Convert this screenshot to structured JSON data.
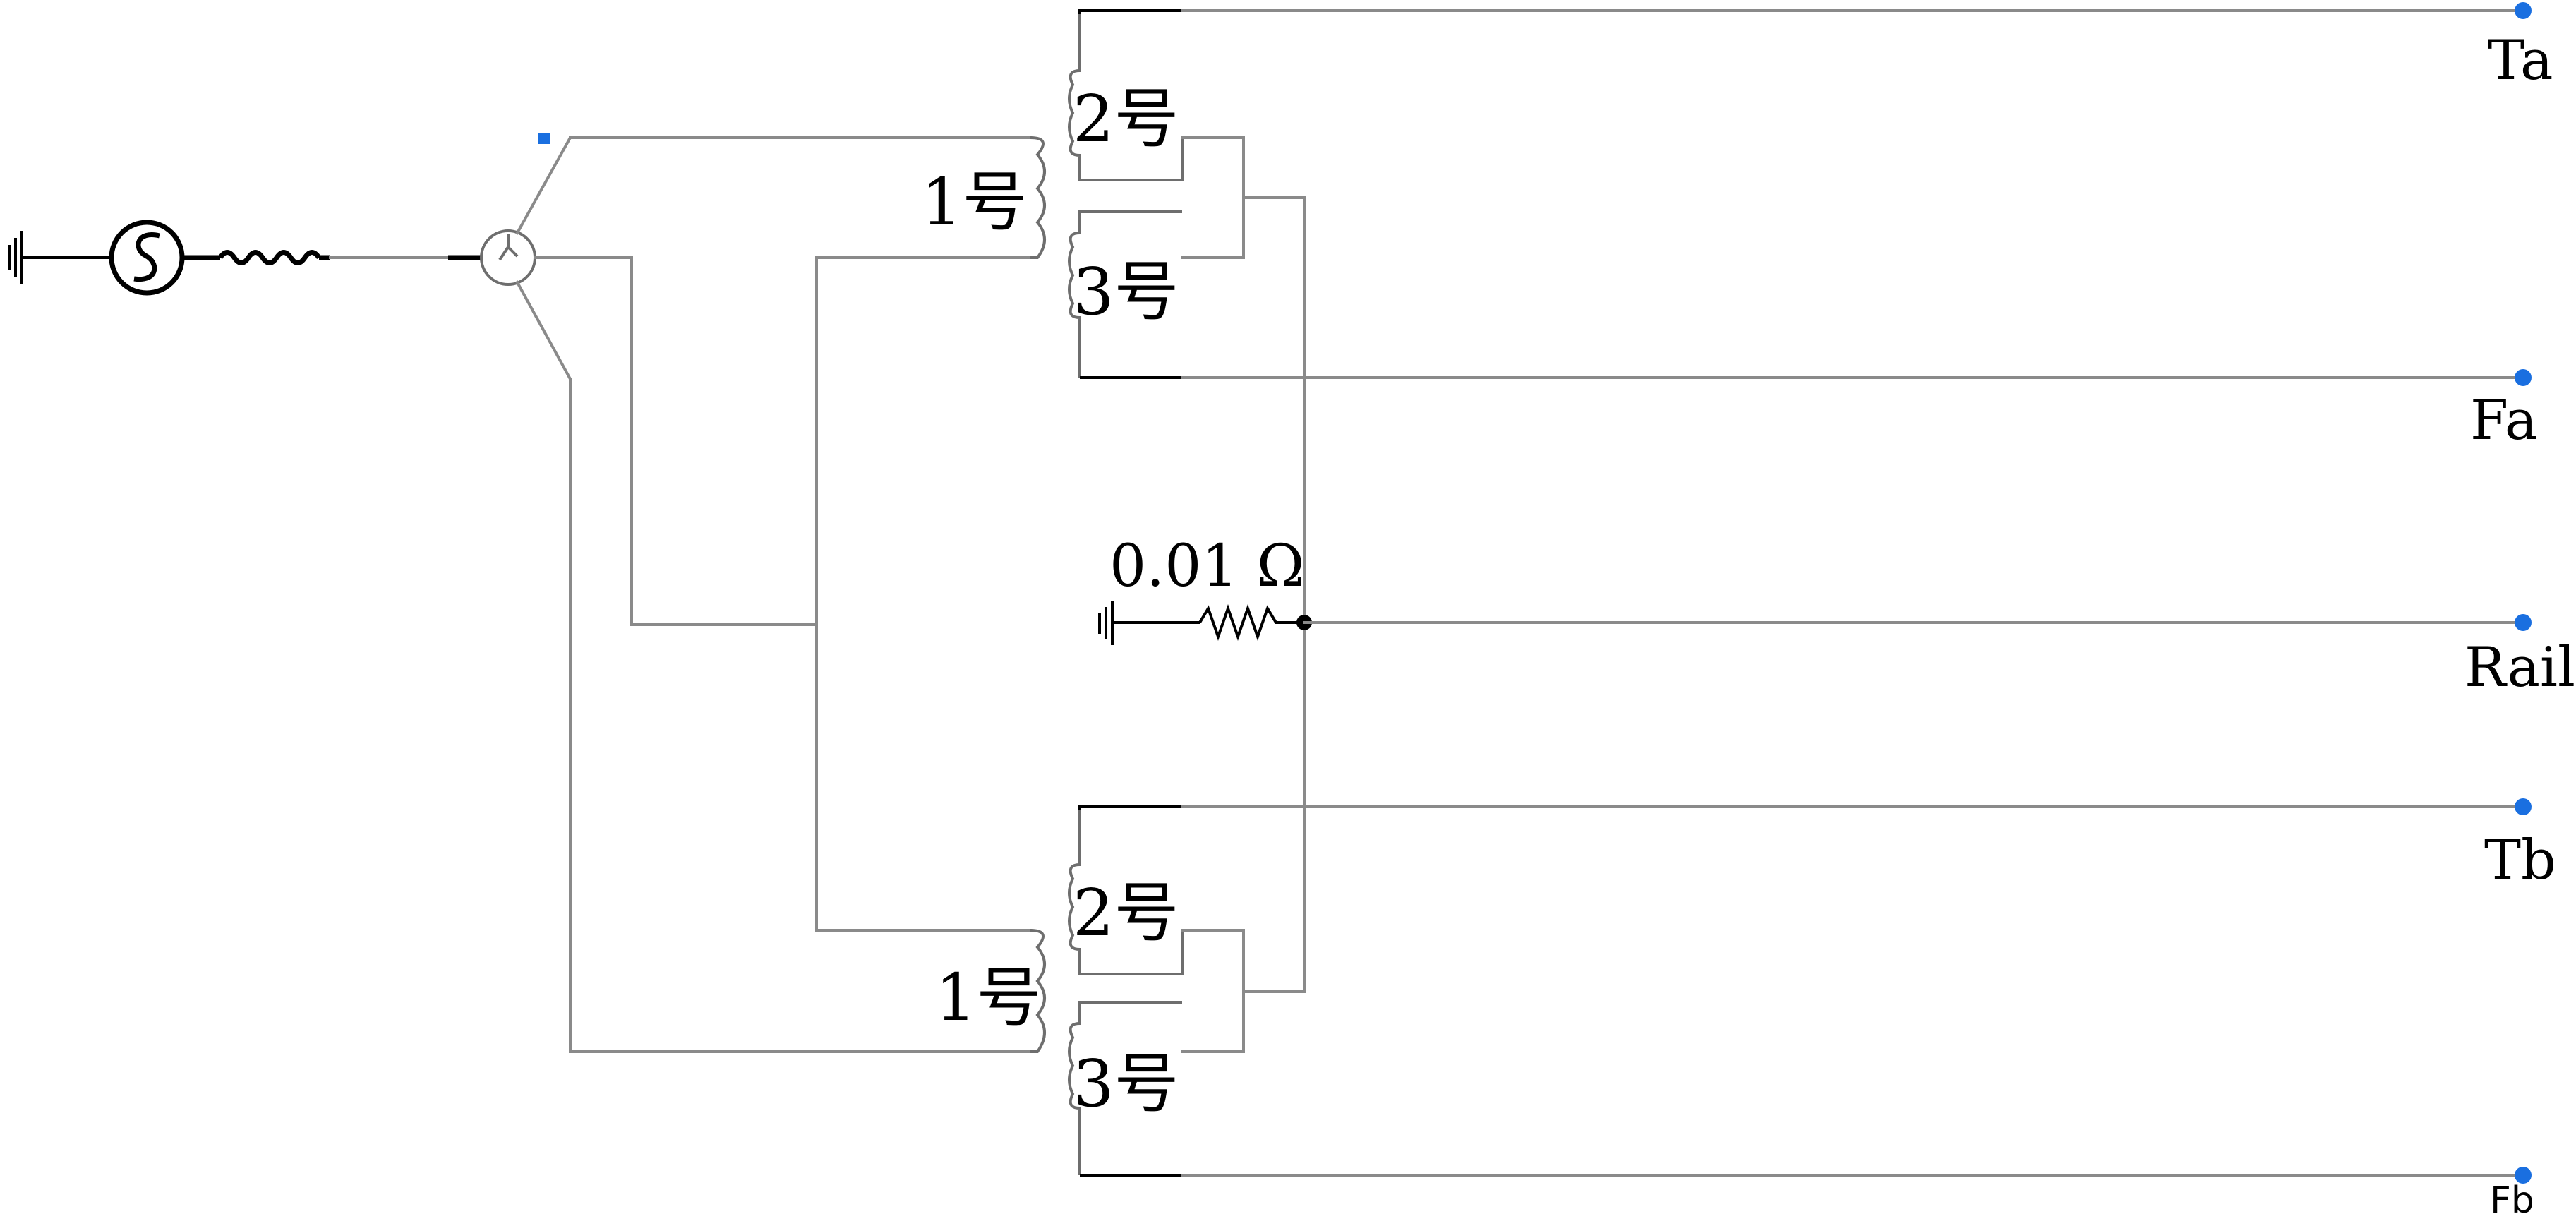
{
  "diagram": {
    "type": "circuit-schematic",
    "colors": {
      "wire": "#8a8a8a",
      "component": "#000000",
      "port": "#1a6fe0",
      "background": "#ffffff"
    },
    "upper_transformer": {
      "primary_label": "1号",
      "secondary_upper_label": "2号",
      "secondary_lower_label": "3号"
    },
    "lower_transformer": {
      "primary_label": "1号",
      "secondary_upper_label": "2号",
      "secondary_lower_label": "3号"
    },
    "grounding_resistor": {
      "value_label": "0.01 Ω"
    },
    "terminals": [
      {
        "label": "Ta"
      },
      {
        "label": "Fa"
      },
      {
        "label": "Rail"
      },
      {
        "label": "Tb"
      },
      {
        "label": "Fb"
      }
    ],
    "icons": {
      "source": "ac-voltage-source-icon",
      "ground": "ground-icon",
      "resistor": "resistor-icon",
      "transformer": "three-phase-transformer-icon",
      "winding": "winding-coil-icon"
    }
  }
}
